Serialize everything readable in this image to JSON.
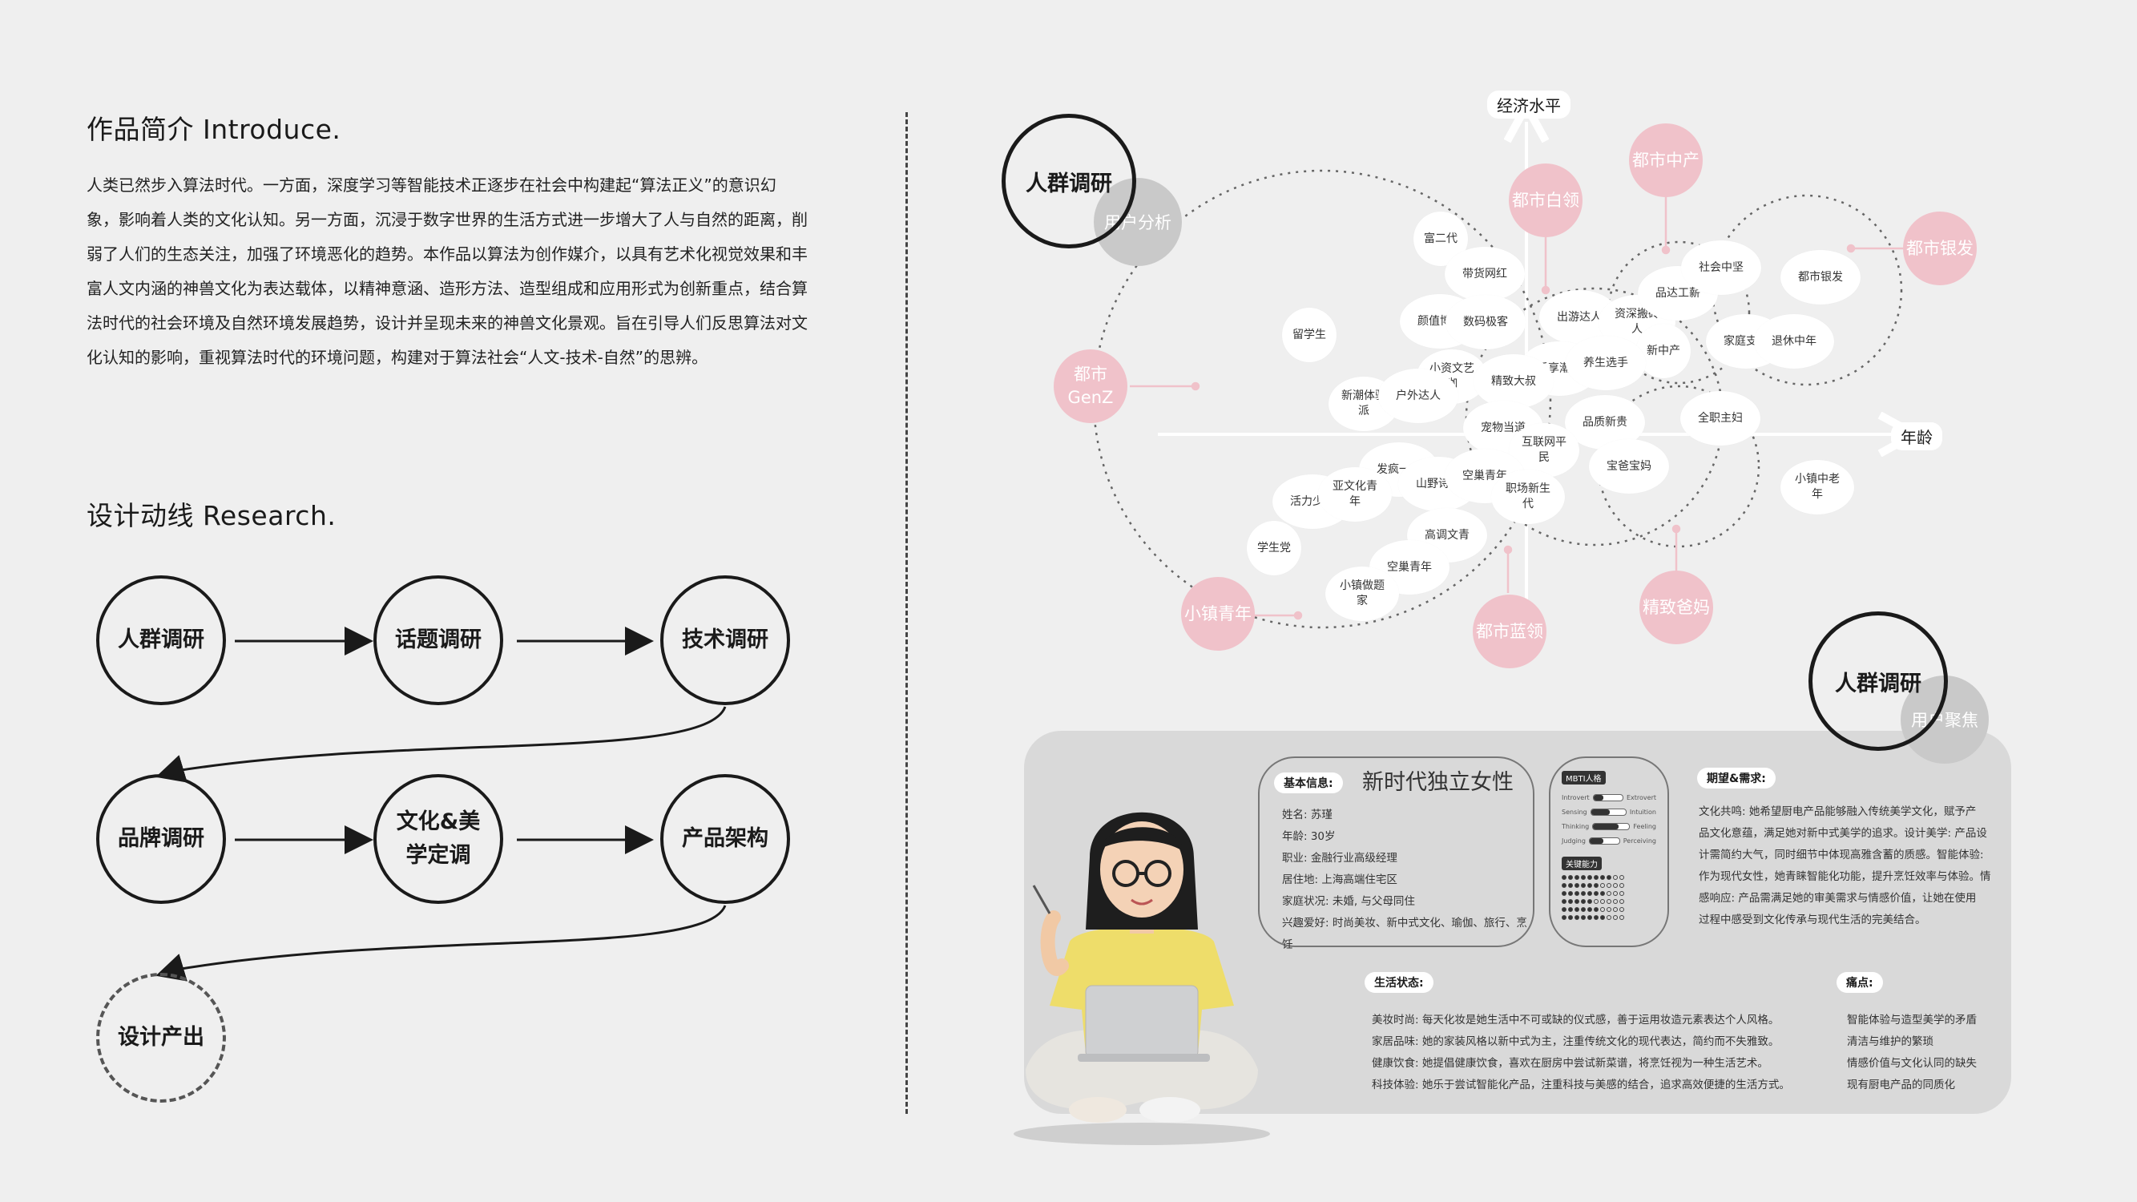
{
  "intro": {
    "title": "作品简介 Introduce.",
    "body": "人类已然步入算法时代。一方面，深度学习等智能技术正逐步在社会中构建起“算法正义”的意识幻象，影响着人类的文化认知。另一方面，沉浸于数字世界的生活方式进一步增大了人与自然的距离，削弱了人们的生态关注，加强了环境恶化的趋势。本作品以算法为创作媒介，以具有艺术化视觉效果和丰富人文内涵的神兽文化为表达载体，以精神意涵、造形方法、造型组成和应用形式为创新重点，结合算法时代的社会环境及自然环境发展趋势，设计并呈现未来的神兽文化景观。旨在引导人们反思算法对文化认知的影响，重视算法时代的环境问题，构建对于算法社会“人文-技术-自然”的思辨。"
  },
  "research": {
    "title": "设计动线 Research.",
    "nodes": [
      "人群调研",
      "话题调研",
      "技术调研",
      "品牌调研",
      "文化&美学定调",
      "产品架构",
      "设计产出"
    ]
  },
  "crowd_map": {
    "tag_main": "人群调研",
    "tag_sub": "用户分析",
    "axis_y": "经济水平",
    "axis_x": "年龄",
    "pink_groups": [
      "都市中产",
      "都市白领",
      "都市银发",
      "都市GenZ",
      "小镇青年",
      "都市蓝领",
      "精致爸妈"
    ],
    "people": [
      "富二代",
      "带货网红",
      "留学生",
      "颜值博主",
      "数码极客",
      "出游达人",
      "资深搬砖人",
      "品达工薪",
      "社会中坚",
      "都市银发",
      "家庭支柱",
      "退休中年",
      "新中产",
      "乐享潮人",
      "养生选手",
      "小资文艺咖",
      "精致大叔",
      "新潮体验派",
      "户外达人",
      "宠物当道",
      "品质新贵",
      "全职主妇",
      "互联网平民",
      "发疯一代",
      "山野诗人",
      "空巢青年",
      "职场新生代",
      "宝爸宝妈",
      "小镇中老年",
      "活力少女",
      "亚文化青年",
      "高调文青",
      "学生党",
      "空巢青年",
      "小镇做题家"
    ]
  },
  "persona": {
    "tag_main": "人群调研",
    "tag_sub": "用户聚焦",
    "basic_label": "基本信息:",
    "title": "新时代独立女性",
    "basic_lines": [
      "姓名: 苏瑾",
      "年龄: 30岁",
      "职业: 金融行业高级经理",
      "居住地: 上海高端住宅区",
      "家庭状况: 未婚, 与父母同住",
      "兴趣爱好: 时尚美妆、新中式文化、瑜伽、旅行、烹饪"
    ],
    "mbti_label": "MBTI人格",
    "mbti_rows": [
      {
        "left": "Introvert",
        "right": "Extrovert",
        "level": 0.35
      },
      {
        "left": "Sensing",
        "right": "Intuition",
        "level": 0.55
      },
      {
        "left": "Thinking",
        "right": "Feeling",
        "level": 0.7
      },
      {
        "left": "Judging",
        "right": "Perceiving",
        "level": 0.45
      }
    ],
    "ability_label": "关键能力",
    "ability_levels": [
      8,
      6,
      7,
      5,
      6,
      7
    ],
    "expect_label": "期望&需求:",
    "expect_lines": [
      "文化共鸣: 她希望厨电产品能够融入传统美学文化，赋予产",
      "品文化意蕴，满足她对新中式美学的追求。设计美学: 产品设",
      "计需简约大气，同时细节中体现高雅含蓄的质感。智能体验:",
      "作为现代女性，她青睐智能化功能，提升烹饪效率与体验。情",
      "感响应: 产品需满足她的审美需求与情感价值，让她在使用",
      "过程中感受到文化传承与现代生活的完美结合。"
    ],
    "life_label": "生活状态:",
    "life_lines": [
      "美妆时尚: 每天化妆是她生活中不可或缺的仪式感，善于运用妆造元素表达个人风格。",
      "家居品味: 她的家装风格以新中式为主，注重传统文化的现代表达，简约而不失雅致。",
      "健康饮食: 她提倡健康饮食，喜欢在厨房中尝试新菜谱，将烹饪视为一种生活艺术。",
      "科技体验: 她乐于尝试智能化产品，注重科技与美感的结合，追求高效便捷的生活方式。"
    ],
    "pain_label": "痛点:",
    "pain_lines": [
      "智能体验与造型美学的矛盾",
      "清洁与维护的繁琐",
      "情感价值与文化认同的缺失",
      "现有厨电产品的同质化"
    ]
  }
}
